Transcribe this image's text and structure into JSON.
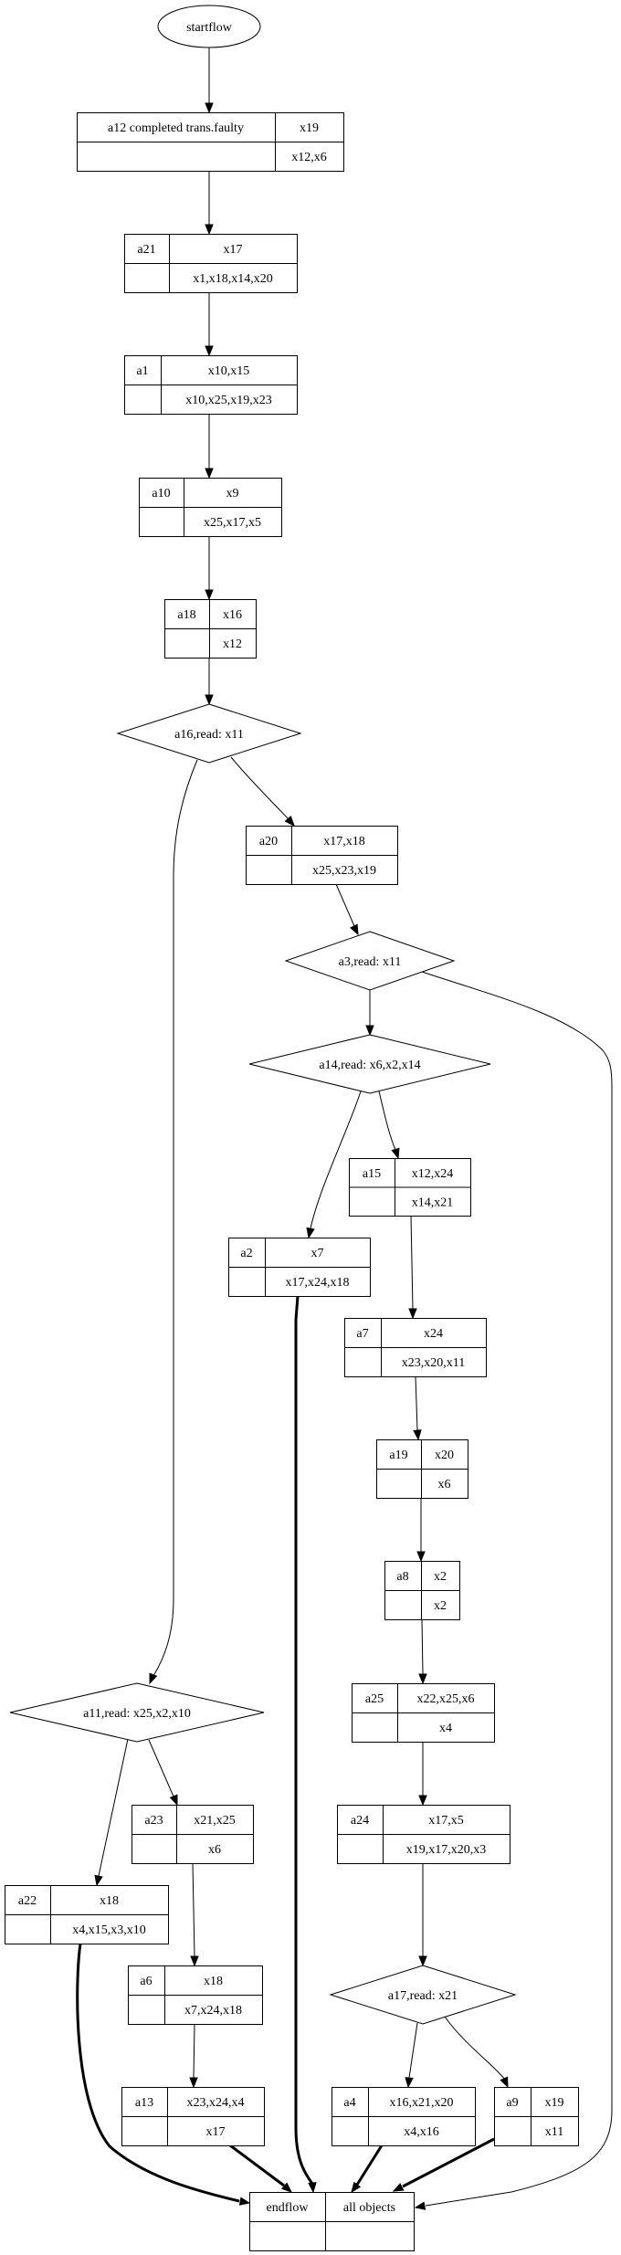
{
  "diagram": {
    "start": {
      "id": "startflow",
      "label": "startflow"
    },
    "end": {
      "id": "endflow",
      "label": "endflow",
      "right_top": "all objects",
      "right_bottom": ""
    },
    "nodes": [
      {
        "id": "a12",
        "kind": "box",
        "left": "a12  completed trans.faulty",
        "top": "x19",
        "bottom": "x12,x6"
      },
      {
        "id": "a21",
        "kind": "box",
        "left": "a21",
        "top": "x17",
        "bottom": "x1,x18,x14,x20"
      },
      {
        "id": "a1",
        "kind": "box",
        "left": "a1",
        "top": "x10,x15",
        "bottom": "x10,x25,x19,x23"
      },
      {
        "id": "a10",
        "kind": "box",
        "left": "a10",
        "top": "x9",
        "bottom": "x25,x17,x5"
      },
      {
        "id": "a18",
        "kind": "box",
        "left": "a18",
        "top": "x16",
        "bottom": "x12"
      },
      {
        "id": "a16",
        "kind": "decision",
        "label": "a16,read: x11"
      },
      {
        "id": "a20",
        "kind": "box",
        "left": "a20",
        "top": "x17,x18",
        "bottom": "x25,x23,x19"
      },
      {
        "id": "a3",
        "kind": "decision",
        "label": "a3,read: x11"
      },
      {
        "id": "a14",
        "kind": "decision",
        "label": "a14,read: x6,x2,x14"
      },
      {
        "id": "a15",
        "kind": "box",
        "left": "a15",
        "top": "x12,x24",
        "bottom": "x14,x21"
      },
      {
        "id": "a2",
        "kind": "box",
        "left": "a2",
        "top": "x7",
        "bottom": "x17,x24,x18"
      },
      {
        "id": "a7",
        "kind": "box",
        "left": "a7",
        "top": "x24",
        "bottom": "x23,x20,x11"
      },
      {
        "id": "a19",
        "kind": "box",
        "left": "a19",
        "top": "x20",
        "bottom": "x6"
      },
      {
        "id": "a8",
        "kind": "box",
        "left": "a8",
        "top": "x2",
        "bottom": "x2"
      },
      {
        "id": "a11",
        "kind": "decision",
        "label": "a11,read: x25,x2,x10"
      },
      {
        "id": "a25",
        "kind": "box",
        "left": "a25",
        "top": "x22,x25,x6",
        "bottom": "x4"
      },
      {
        "id": "a23",
        "kind": "box",
        "left": "a23",
        "top": "x21,x25",
        "bottom": "x6"
      },
      {
        "id": "a24",
        "kind": "box",
        "left": "a24",
        "top": "x17,x5",
        "bottom": "x19,x17,x20,x3"
      },
      {
        "id": "a22",
        "kind": "box",
        "left": "a22",
        "top": "x18",
        "bottom": "x4,x15,x3,x10"
      },
      {
        "id": "a6",
        "kind": "box",
        "left": "a6",
        "top": "x18",
        "bottom": "x7,x24,x18"
      },
      {
        "id": "a17",
        "kind": "decision",
        "label": "a17,read: x21"
      },
      {
        "id": "a13",
        "kind": "box",
        "left": "a13",
        "top": "x23,x24,x4",
        "bottom": "x17"
      },
      {
        "id": "a4",
        "kind": "box",
        "left": "a4",
        "top": "x16,x21,x20",
        "bottom": "x4,x16"
      },
      {
        "id": "a9",
        "kind": "box",
        "left": "a9",
        "top": "x19",
        "bottom": "x11"
      }
    ],
    "edges": [
      {
        "from": "startflow",
        "to": "a12",
        "bold": false
      },
      {
        "from": "a12",
        "to": "a21",
        "bold": false
      },
      {
        "from": "a21",
        "to": "a1",
        "bold": false
      },
      {
        "from": "a1",
        "to": "a10",
        "bold": false
      },
      {
        "from": "a10",
        "to": "a18",
        "bold": false
      },
      {
        "from": "a18",
        "to": "a16",
        "bold": false
      },
      {
        "from": "a16",
        "to": "a11",
        "bold": false
      },
      {
        "from": "a16",
        "to": "a20",
        "bold": false
      },
      {
        "from": "a20",
        "to": "a3",
        "bold": false
      },
      {
        "from": "a3",
        "to": "a14",
        "bold": false
      },
      {
        "from": "a3",
        "to": "endflow",
        "bold": false
      },
      {
        "from": "a14",
        "to": "a2",
        "bold": false
      },
      {
        "from": "a14",
        "to": "a15",
        "bold": false
      },
      {
        "from": "a15",
        "to": "a7",
        "bold": false
      },
      {
        "from": "a7",
        "to": "a19",
        "bold": false
      },
      {
        "from": "a19",
        "to": "a8",
        "bold": false
      },
      {
        "from": "a8",
        "to": "a25",
        "bold": false
      },
      {
        "from": "a25",
        "to": "a24",
        "bold": false
      },
      {
        "from": "a24",
        "to": "a17",
        "bold": false
      },
      {
        "from": "a11",
        "to": "a22",
        "bold": false
      },
      {
        "from": "a11",
        "to": "a23",
        "bold": false
      },
      {
        "from": "a23",
        "to": "a6",
        "bold": false
      },
      {
        "from": "a6",
        "to": "a13",
        "bold": false
      },
      {
        "from": "a17",
        "to": "a4",
        "bold": false
      },
      {
        "from": "a17",
        "to": "a9",
        "bold": false
      },
      {
        "from": "a22",
        "to": "endflow",
        "bold": true
      },
      {
        "from": "a13",
        "to": "endflow",
        "bold": true
      },
      {
        "from": "a2",
        "to": "endflow",
        "bold": true
      },
      {
        "from": "a4",
        "to": "endflow",
        "bold": true
      },
      {
        "from": "a9",
        "to": "endflow",
        "bold": true
      }
    ]
  }
}
